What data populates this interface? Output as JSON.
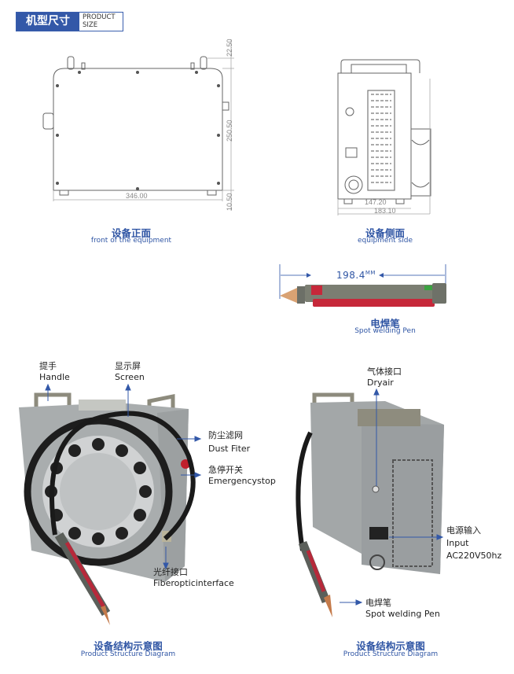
{
  "header": {
    "title_cn": "机型尺寸",
    "title_en_line1": "PRODUCT",
    "title_en_line2": "SIZE",
    "accent": "#3358a8"
  },
  "front_view": {
    "dim_top": "22.50",
    "dim_height": "250.50",
    "dim_bottom": "10.50",
    "dim_width": "346.00",
    "caption_cn": "设备正面",
    "caption_en": "front of the equipment"
  },
  "side_view": {
    "dim_inner": "147.20",
    "dim_outer": "183.10",
    "caption_cn": "设备侧面",
    "caption_en": "equipment side"
  },
  "pen": {
    "dim_length": "198.4",
    "dim_unit": "MM",
    "caption_cn": "电焊笔",
    "caption_en": "Spot welding Pen"
  },
  "structure_left": {
    "labels": [
      {
        "cn": "提手",
        "en": "Handle"
      },
      {
        "cn": "显示屏",
        "en": "Screen"
      },
      {
        "cn": "防尘滤网",
        "en": "Dust Fiter"
      },
      {
        "cn": "急停开关",
        "en": "Emergencystop"
      },
      {
        "cn": "光纤接口",
        "en": "Fiberopticinterface"
      }
    ],
    "caption_cn": "设备结构示意图",
    "caption_en": "Product Structure Diagram"
  },
  "structure_right": {
    "labels": [
      {
        "cn": "气体接口",
        "en": "Dryair"
      },
      {
        "cn": "电源输入",
        "en": "Input",
        "en2": "AC220V50hz"
      },
      {
        "cn": "电焊笔",
        "en": "Spot welding Pen"
      }
    ],
    "caption_cn": "设备结构示意图",
    "caption_en": "Product Structure Diagram"
  }
}
